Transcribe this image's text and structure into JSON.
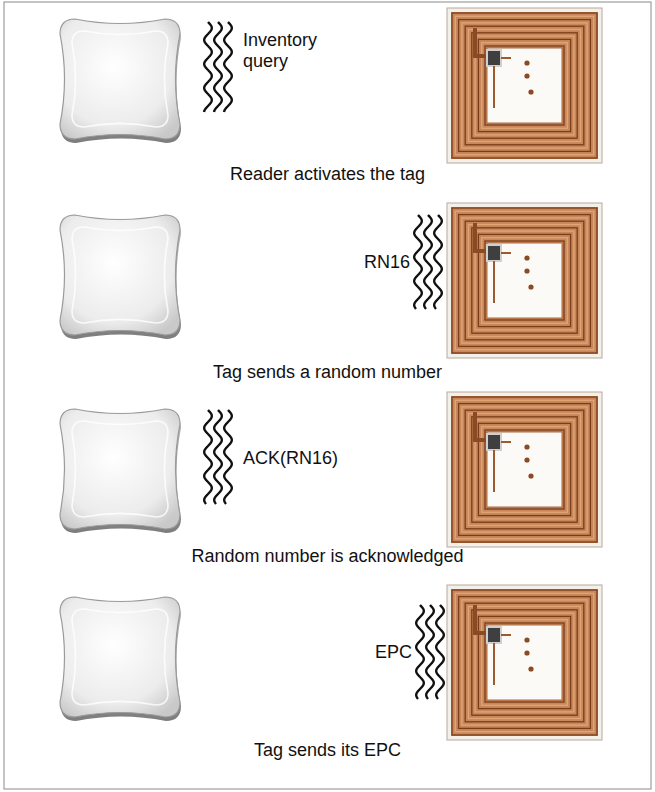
{
  "diagram": {
    "labels": [
      "Inventory query",
      "Reader activates the tag",
      "RN16",
      "Tag sends a random number",
      "ACK(RN16)",
      "Random number is acknowledged",
      "EPC",
      "Tag sends its EPC"
    ]
  }
}
